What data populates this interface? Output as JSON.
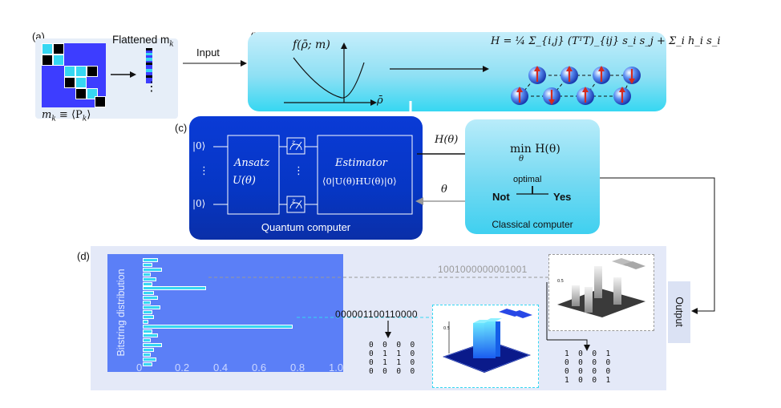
{
  "panel_labels": {
    "a": "(a)",
    "b": "(b)",
    "c": "(c)",
    "d": "(d)"
  },
  "panel_a": {
    "flattened_label": "Flattened m",
    "flattened_sub": "k",
    "mk_label": "m",
    "mk_sub": "k",
    "mk_rest": " ≡ ⟨P",
    "mk_sub2": "k",
    "mk_end": "⟩",
    "dots": "⋮"
  },
  "input_label": "Input",
  "panel_b": {
    "f_label": "f(ρ̄; m)",
    "rho_label": "ρ̄",
    "hamiltonian": "H = ¼ Σ_{i,j} (TᵀT)_{ij} s_i s_j + Σ_i h_i s_i"
  },
  "panel_c": {
    "ket_top": "|0⟩",
    "ket_bottom": "|0⟩",
    "vdots": "⋮",
    "ansatz_title": "Ansatz",
    "ansatz_op": "U(θ)",
    "estimator_title": "Estimator",
    "estimator_expr": "⟨0|U(θ)HU(θ)|0⟩",
    "meter_z": "z",
    "qc_caption": "Quantum computer",
    "h_theta": "H(θ)",
    "theta": "θ",
    "min_expr": "min H(θ)",
    "min_sub": "θ",
    "optimal": "optimal",
    "not": "Not",
    "yes": "Yes",
    "cc_caption": "Classical computer"
  },
  "panel_d": {
    "hist_ylabel": "Bitstring distribution",
    "x_ticks": [
      "0",
      "0.2",
      "0.4",
      "0.6",
      "0.8",
      "1.0"
    ],
    "bitstring_gray": "1001000000001001",
    "bitstring_black": "000001100110000",
    "matrix_left": [
      "0  0  0  0",
      "0  1  1  0",
      "0  1  1  0",
      "0  0  0  0"
    ],
    "matrix_right": [
      "1  0  0  1",
      "0  0  0  0",
      "0  0  0  0",
      "1  0  0  1"
    ],
    "output_label": "Output"
  },
  "colors": {
    "cyan": "#36d7f2",
    "blue": "#3d3dff",
    "black": "#000000",
    "qc_blue": "#0636c4",
    "hist_bg": "#5b7ff7"
  },
  "chart_data": {
    "type": "bar",
    "orientation": "horizontal",
    "values": [
      0.08,
      0.05,
      0.1,
      0.04,
      0.07,
      0.05,
      0.33,
      0.06,
      0.08,
      0.04,
      0.09,
      0.05,
      0.06,
      0.03,
      0.78,
      0.05,
      0.08,
      0.04,
      0.1,
      0.06,
      0.04,
      0.07,
      0.05
    ],
    "highlighted": {
      "0.33": "1001000000001001",
      "0.78": "000001100110000"
    },
    "xlim": [
      0,
      1.0
    ],
    "x_ticks": [
      "0",
      "0.2",
      "0.4",
      "0.6",
      "0.8",
      "1.0"
    ],
    "ylabel": "Bitstring distribution"
  }
}
